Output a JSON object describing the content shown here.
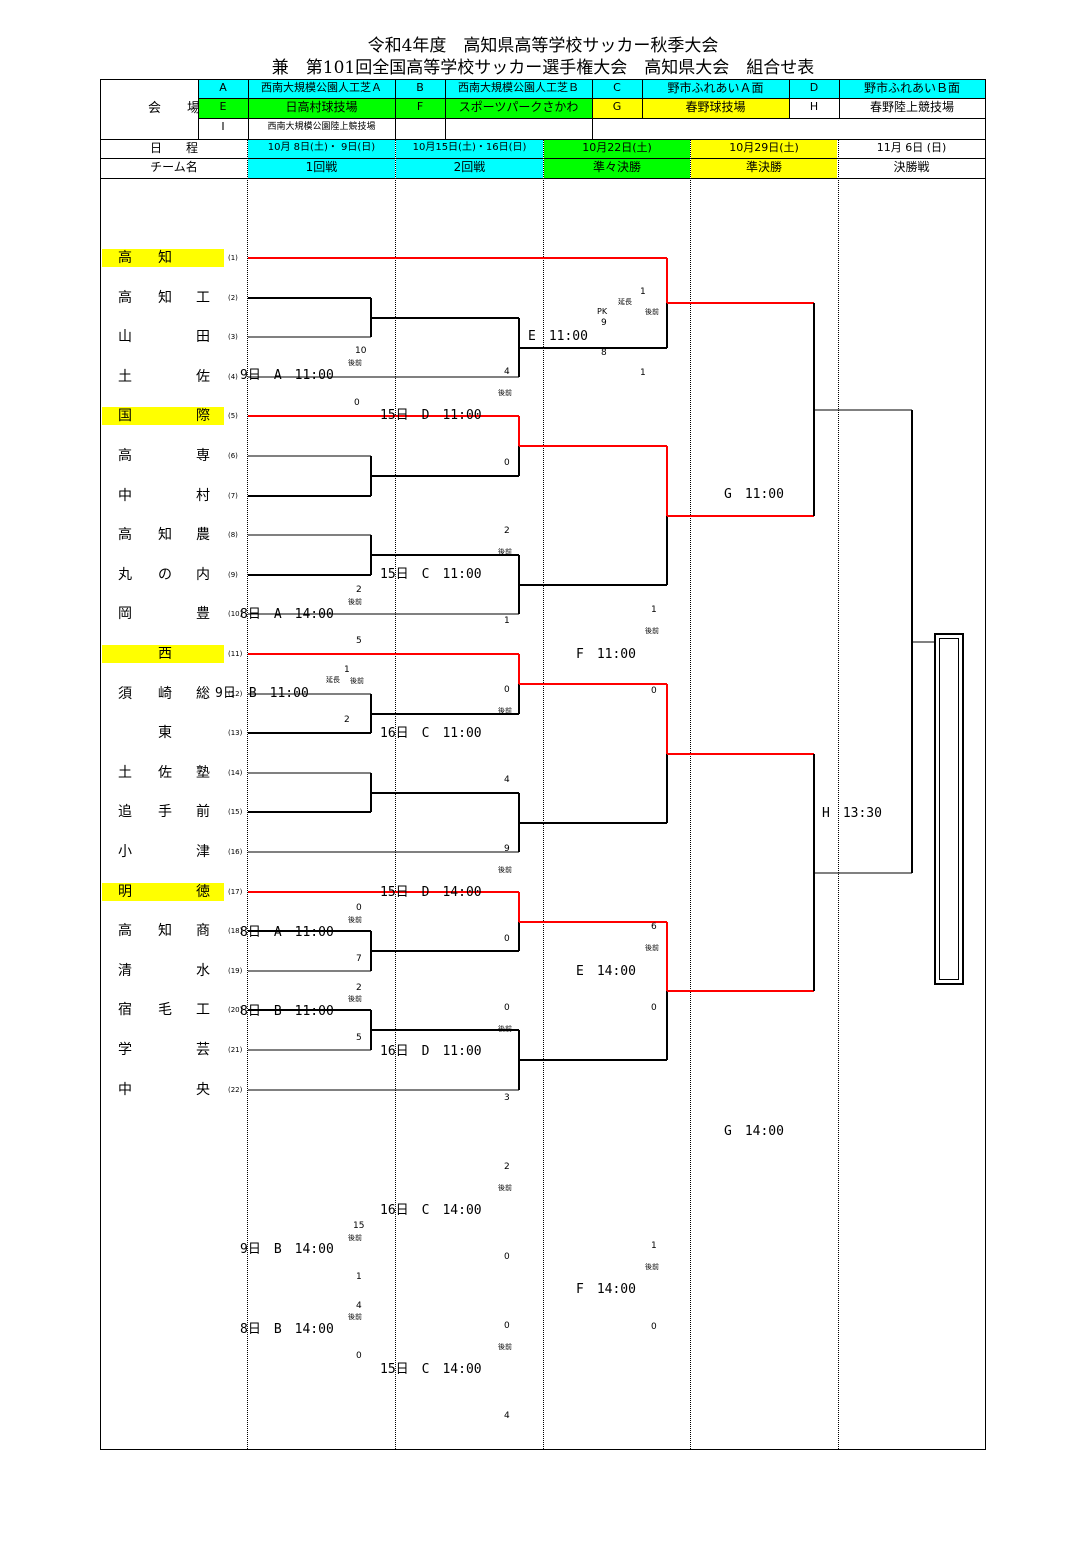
{
  "title": {
    "line1": "令和4年度　高知県高等学校サッカー秋季大会",
    "line2": "兼　第101回全国高等学校サッカー選手権大会　高知県大会　組合せ表"
  },
  "venue_label": "会　　場",
  "venues": {
    "A": {
      "code": "A",
      "name": "西南大規模公園人工芝Ａ"
    },
    "B": {
      "code": "B",
      "name": "西南大規模公園人工芝Ｂ"
    },
    "C": {
      "code": "C",
      "name": "野市ふれあいＡ面"
    },
    "D": {
      "code": "D",
      "name": "野市ふれあいＢ面"
    },
    "E": {
      "code": "E",
      "name": "日高村球技場"
    },
    "F": {
      "code": "F",
      "name": "スポーツパークさかわ"
    },
    "G": {
      "code": "G",
      "name": "春野球技場"
    },
    "H": {
      "code": "H",
      "name": "春野陸上競技場"
    },
    "I": {
      "code": "I",
      "name": "西南大規模公園陸上競技場"
    }
  },
  "schedule_label": "日　　程",
  "team_label": "チーム名",
  "dates": {
    "r1": "10月 8日(土)・ 9日(日)",
    "r2": "10月15日(土)・16日(日)",
    "qf": "10月22日(土)",
    "sf": "10月29日(土)",
    "f": "11月 6日 (日)"
  },
  "rounds": {
    "r1": "1回戦",
    "r2": "2回戦",
    "qf": "準々決勝",
    "sf": "準決勝",
    "f": "決勝戦"
  },
  "teams": [
    {
      "n": "(1)",
      "c1": "高",
      "c2": "知",
      "seed": true
    },
    {
      "n": "(2)",
      "c1": "高",
      "c2": "知",
      "c3": "工",
      "seed": false
    },
    {
      "n": "(3)",
      "c1": "山",
      "c3": "田",
      "seed": false
    },
    {
      "n": "(4)",
      "c1": "土",
      "c3": "佐",
      "seed": false
    },
    {
      "n": "(5)",
      "c1": "国",
      "c3": "際",
      "seed": true
    },
    {
      "n": "(6)",
      "c1": "高",
      "c3": "専",
      "seed": false
    },
    {
      "n": "(7)",
      "c1": "中",
      "c3": "村",
      "seed": false
    },
    {
      "n": "(8)",
      "c1": "高",
      "c2": "知",
      "c3": "農",
      "seed": false
    },
    {
      "n": "(9)",
      "c1": "丸",
      "c2": "の",
      "c3": "内",
      "seed": false
    },
    {
      "n": "(10)",
      "c1": "岡",
      "c3": "豊",
      "seed": false
    },
    {
      "n": "(11)",
      "c2": "西",
      "seed": true
    },
    {
      "n": "(12)",
      "c1": "須",
      "c2": "崎",
      "c3": "総",
      "seed": false
    },
    {
      "n": "(13)",
      "c2": "東",
      "seed": false
    },
    {
      "n": "(14)",
      "c1": "土",
      "c2": "佐",
      "c3": "塾",
      "seed": false
    },
    {
      "n": "(15)",
      "c1": "追",
      "c2": "手",
      "c3": "前",
      "seed": false
    },
    {
      "n": "(16)",
      "c1": "小",
      "c3": "津",
      "seed": false
    },
    {
      "n": "(17)",
      "c1": "明",
      "c3": "徳",
      "seed": true
    },
    {
      "n": "(18)",
      "c1": "高",
      "c2": "知",
      "c3": "商",
      "seed": false
    },
    {
      "n": "(19)",
      "c1": "清",
      "c3": "水",
      "seed": false
    },
    {
      "n": "(20)",
      "c1": "宿",
      "c2": "毛",
      "c3": "工",
      "seed": false
    },
    {
      "n": "(21)",
      "c1": "学",
      "c3": "芸",
      "seed": false
    },
    {
      "n": "(22)",
      "c1": "中",
      "c3": "央",
      "seed": false
    }
  ],
  "matches": {
    "r1_1": "9日　A　11:00",
    "r1_2": "8日　A　14:00",
    "r1_3": "9日　B　11:00",
    "r1_4": "8日　A　11:00",
    "r1_5": "8日　B　11:00",
    "r1_6": "9日　B　14:00",
    "r1_7": "8日　B　14:00",
    "r2_1": "15日　D　11:00",
    "r2_2": "15日　C　11:00",
    "r2_3": "16日　C　11:00",
    "r2_4": "15日　D　14:00",
    "r2_5": "16日　D　11:00",
    "r2_6": "16日　C　14:00",
    "r2_7": "15日　C　14:00",
    "qf_1": "E　11:00",
    "qf_2": "F　11:00",
    "qf_3": "E　14:00",
    "qf_4": "F　14:00",
    "sf_1": "G　11:00",
    "sf_2": "G　14:00",
    "final": "H　13:30"
  },
  "scores": {
    "r1_1_top": "10",
    "r1_1_bot": "0",
    "r1_2_top": "2",
    "r1_2_bot": "5",
    "r1_3_top": "1",
    "r1_3_bot": "2",
    "r1_4_top": "0",
    "r1_4_bot": "7",
    "r1_5_top": "2",
    "r1_5_bot": "5",
    "r1_6_top": "15",
    "r1_6_bot": "1",
    "r1_7_top": "4",
    "r1_7_bot": "0",
    "r2_1_top": "4",
    "r2_1_bot": "0",
    "r2_2_top": "2",
    "r2_2_bot": "1",
    "r2_3_top": "0",
    "r2_3_bot": "4",
    "r2_4_top": "9",
    "r2_4_bot": "0",
    "r2_5_top": "0",
    "r2_5_bot": "3",
    "r2_6_top": "2",
    "r2_6_bot": "0",
    "r2_7_top": "0",
    "r2_7_bot": "4",
    "qf_1_top": "1",
    "qf_1_bot": "1",
    "qf_2_top": "1",
    "qf_2_bot": "0",
    "qf_3_top": "6",
    "qf_3_bot": "0",
    "qf_4_top": "1",
    "qf_4_bot": "0",
    "pk_label": "PK",
    "pk_top": "9",
    "pk_bot": "8",
    "et_label": "延長",
    "half_label": "後前"
  },
  "colors": {
    "cyan": "#00ffff",
    "green": "#00ff00",
    "yellow": "#ffff00",
    "winner_line": "#ff0000"
  }
}
